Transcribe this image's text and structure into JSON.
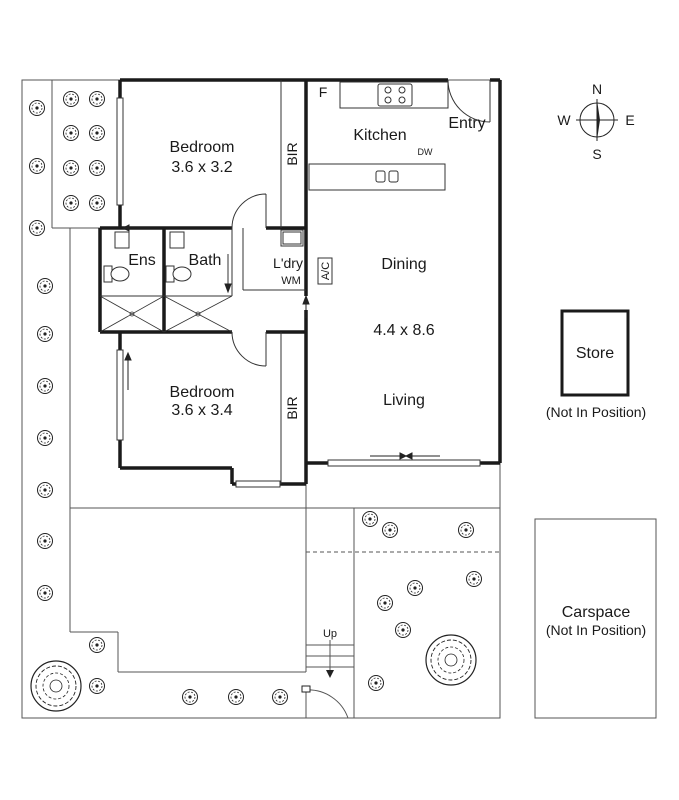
{
  "rooms": {
    "bedroom1": {
      "name": "Bedroom",
      "size": "3.6 x 3.2"
    },
    "bedroom2": {
      "name": "Bedroom",
      "size": "3.6 x 3.4"
    },
    "kitchen": "Kitchen",
    "entry": "Entry",
    "dining": "Dining",
    "living_size": "4.4 x 8.6",
    "living": "Living",
    "ensuite": "Ens",
    "bath": "Bath",
    "laundry": "L'dry",
    "washing_machine": "WM",
    "air_con": "A/C",
    "fridge": "F",
    "dishwasher": "DW",
    "bir": "BIR"
  },
  "outbuildings": {
    "store": "Store",
    "store_note": "(Not In Position)",
    "carspace": "Carspace",
    "carspace_note": "(Not In Position)"
  },
  "stairs_label": "Up",
  "compass": {
    "n": "N",
    "s": "S",
    "e": "E",
    "w": "W"
  }
}
